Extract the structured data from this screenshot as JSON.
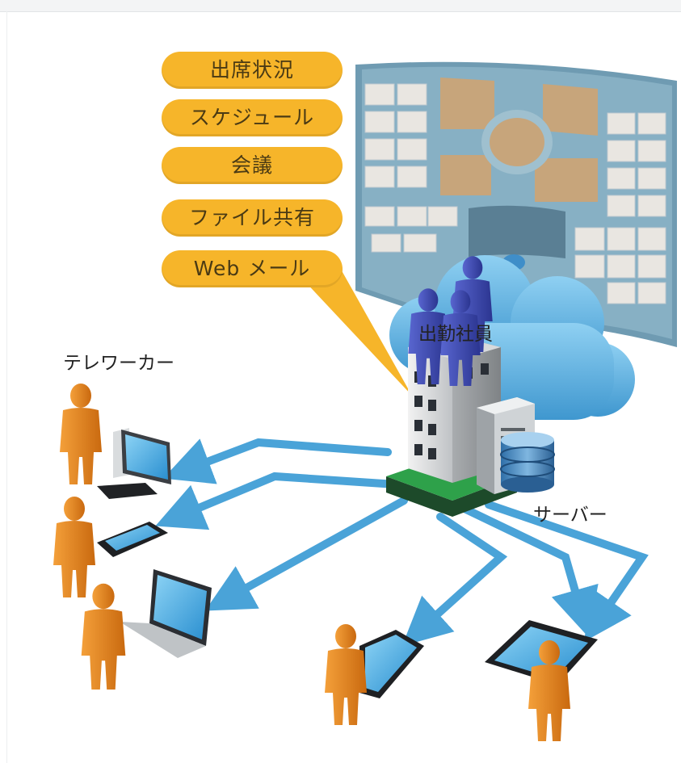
{
  "services": [
    {
      "label": "出席状況"
    },
    {
      "label": "スケジュール"
    },
    {
      "label": "会議"
    },
    {
      "label": "ファイル共有"
    },
    {
      "label": "Web メール"
    }
  ],
  "labels": {
    "office_staff": "出勤社員",
    "teleworker": "テレワーカー",
    "server": "サーバー"
  },
  "colors": {
    "bubble": "#f6b52a",
    "arrow": "#4aa3d8",
    "person_remote": "#e8871e",
    "person_office": "#3b46b0",
    "cloud": "#5fb4e2",
    "floorplan": "#5e8fa8"
  },
  "icons": [
    "person-icon",
    "desktop-computer-icon",
    "smartphone-icon",
    "laptop-icon",
    "tablet-icon",
    "building-icon",
    "server-icon",
    "database-icon",
    "cloud-icon"
  ]
}
